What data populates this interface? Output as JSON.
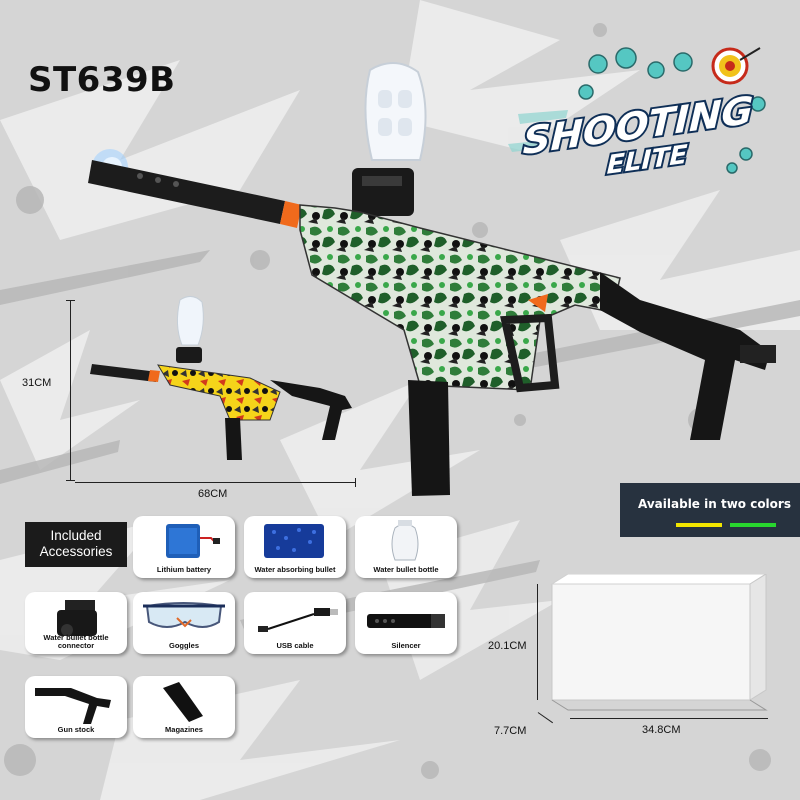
{
  "model": "ST639B",
  "logo": {
    "line1": "SHOOTING",
    "line2": "ELITE"
  },
  "dimensions": {
    "gun_height": "31CM",
    "gun_length": "68CM",
    "box_height": "20.1CM",
    "box_depth": "7.7CM",
    "box_length": "34.8CM"
  },
  "colors_banner": {
    "text": "Available in two colors",
    "swatches": [
      "#f2e600",
      "#28d62e"
    ]
  },
  "accessories": {
    "title_line1": "Included",
    "title_line2": "Accessories",
    "items": [
      {
        "label": "Lithium battery",
        "icon": "battery-icon"
      },
      {
        "label": "Water absorbing bullet",
        "icon": "gel-beads-icon"
      },
      {
        "label": "Water bullet bottle",
        "icon": "bottle-icon"
      },
      {
        "label": "Water bullet bottle connector",
        "icon": "connector-icon"
      },
      {
        "label": "Goggles",
        "icon": "goggles-icon"
      },
      {
        "label": "USB cable",
        "icon": "usb-cable-icon"
      },
      {
        "label": "Silencer",
        "icon": "silencer-icon"
      },
      {
        "label": "Gun stock",
        "icon": "gun-stock-icon"
      },
      {
        "label": "Magazines",
        "icon": "magazine-icon"
      }
    ]
  }
}
